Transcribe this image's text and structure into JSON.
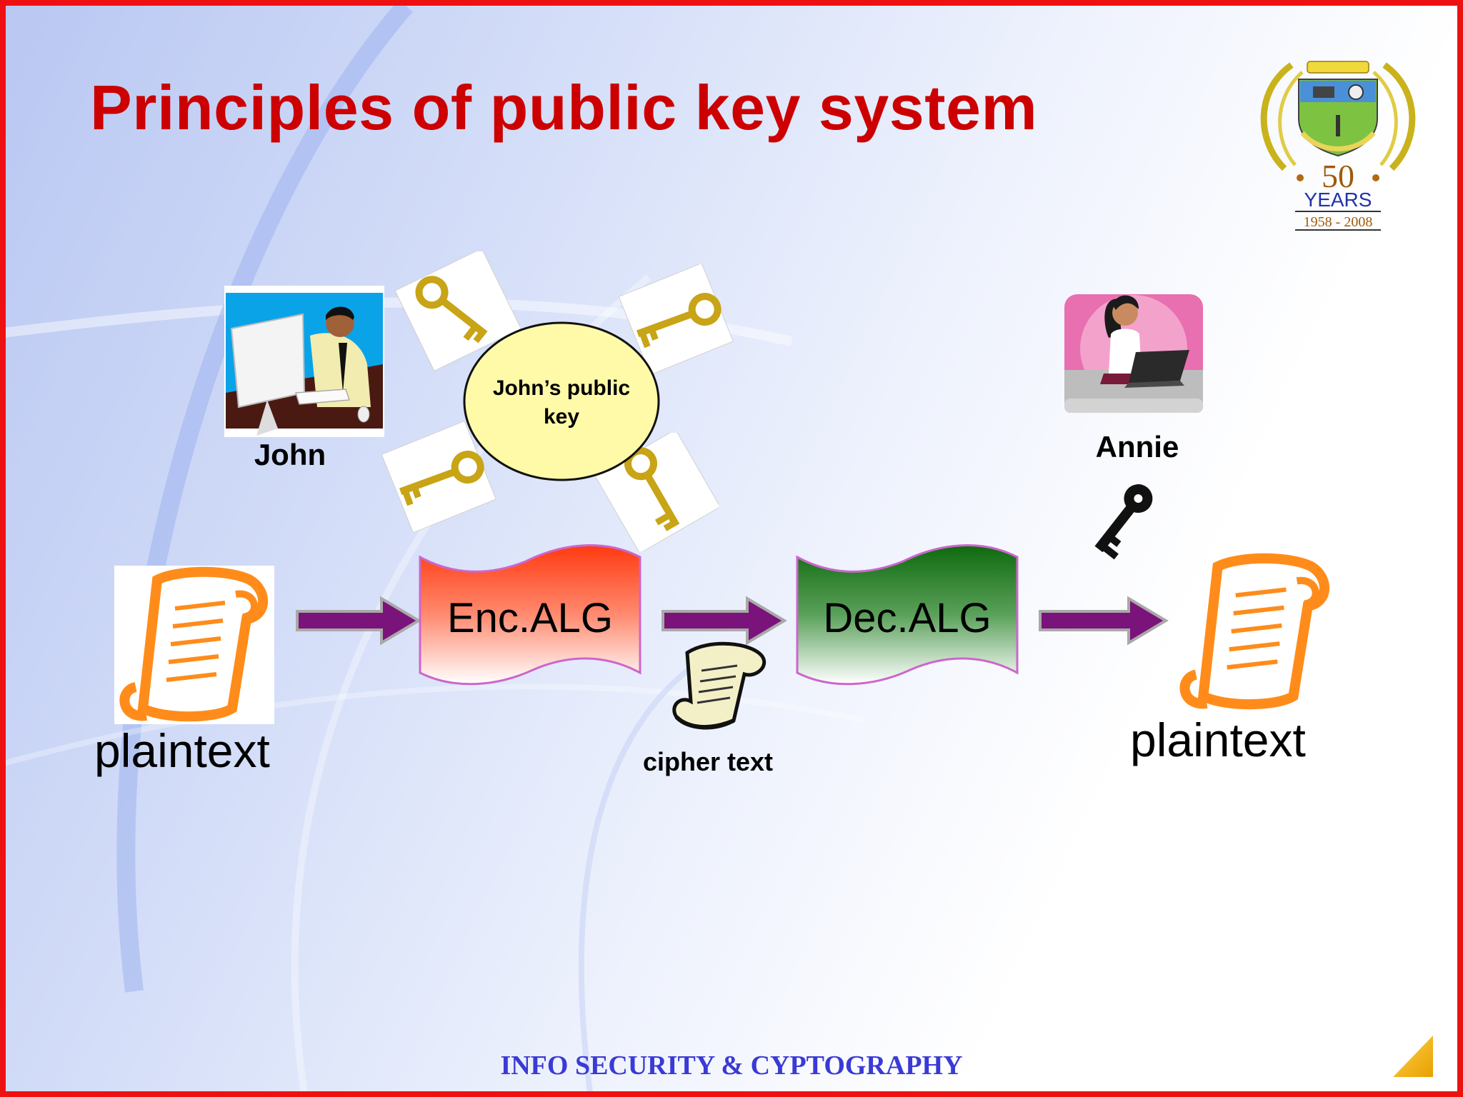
{
  "slide": {
    "title": "Principles of public key system",
    "footer": "INFO SECURITY & CYPTOGRAPHY"
  },
  "logo": {
    "number": "50",
    "years_label": "YEARS",
    "range": "1958  - 2008"
  },
  "diagram": {
    "sender_name": "John",
    "receiver_name": "Annie",
    "public_key_label": "John’s public key",
    "encrypt_label": "Enc.ALG",
    "decrypt_label": "Dec.ALG",
    "cipher_label": "cipher text",
    "plaintext_left": "plaintext",
    "plaintext_right": "plaintext"
  },
  "colors": {
    "title": "#cc0000",
    "border": "#ee1111",
    "footer": "#3a3ad6",
    "arrow": "#7a137a",
    "encrypt_box": "#ff4422",
    "decrypt_box": "#1e7a1e",
    "public_key_bubble": "#fffaa8",
    "scroll": "#ff8c1a"
  }
}
